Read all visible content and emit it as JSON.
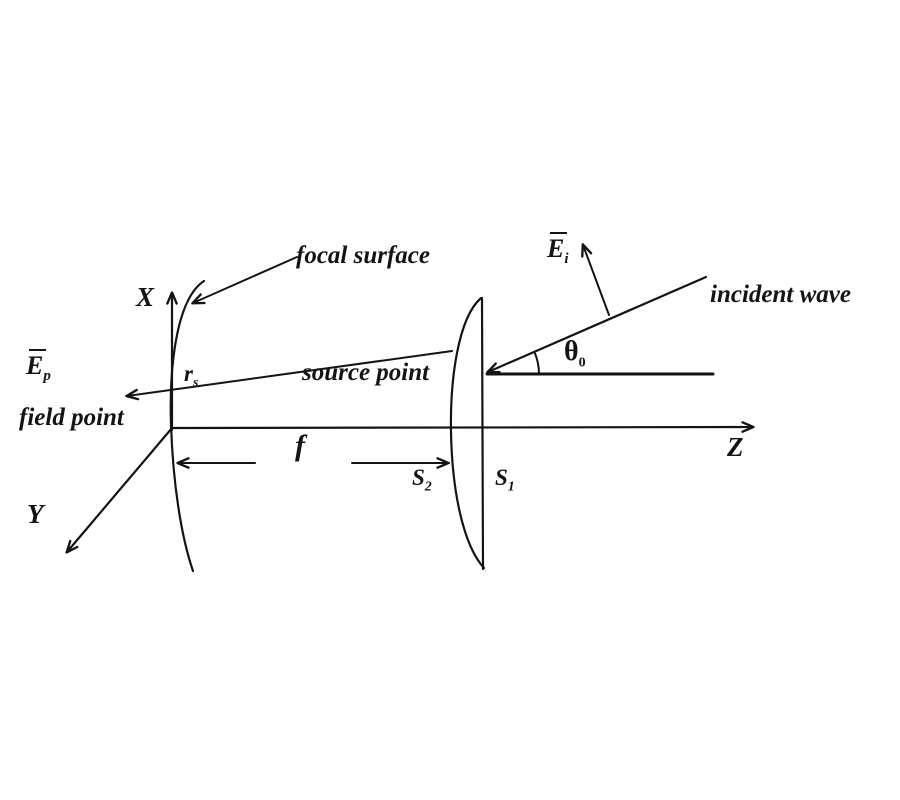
{
  "figure": {
    "background": "#ffffff",
    "ink": "#141414",
    "labels": {
      "focal_surface": "focal surface",
      "incident_wave": "incident wave",
      "source_point": "source point",
      "field_point": "field point",
      "axis_x": "X",
      "axis_y": "Y",
      "axis_z": "Z",
      "focal_length": "f",
      "e_p": {
        "main": "E",
        "sub": "p"
      },
      "e_i": {
        "main": "E",
        "sub": "i"
      },
      "r_s": {
        "main": "r",
        "sub": "s"
      },
      "theta_0": {
        "main": "θ",
        "sub": "0"
      },
      "s_2": {
        "main": "S",
        "sub": "2"
      },
      "s_1": {
        "main": "S",
        "sub": "1"
      }
    }
  }
}
